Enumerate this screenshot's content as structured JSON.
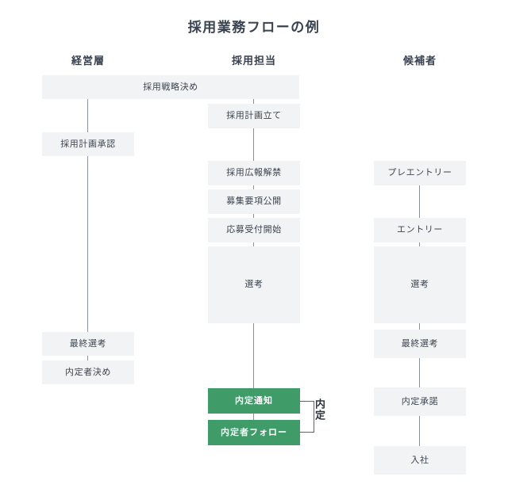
{
  "diagram": {
    "title": "採用業務フローの例",
    "colors": {
      "node_bg": "#f2f3f4",
      "node_text": "#3c4450",
      "highlight_bg": "#3f9b68",
      "highlight_text": "#ffffff",
      "connector": "#8b8f96",
      "background": "#ffffff"
    },
    "columns": [
      {
        "id": "management",
        "label": "経営層"
      },
      {
        "id": "recruiter",
        "label": "採用担当"
      },
      {
        "id": "candidate",
        "label": "候補者"
      }
    ],
    "nodes": {
      "strategy": "採用戦略決め",
      "plan_approval": "採用計画承認",
      "final_selection_mgmt": "最終選考",
      "offer_decision": "内定者決め",
      "plan_draft": "採用計画立て",
      "pr_release": "採用広報解禁",
      "requirements_public": "募集要項公開",
      "application_open": "応募受付開始",
      "selection_recruiter": "選考",
      "offer_notice": "内定通知",
      "offer_follow": "内定者フォロー",
      "pre_entry": "プレエントリー",
      "entry": "エントリー",
      "selection_candidate": "選考",
      "final_selection_cand": "最終選考",
      "offer_accept": "内定承諾",
      "join": "入社"
    },
    "annotations": {
      "offer_bracket": "内定"
    }
  }
}
